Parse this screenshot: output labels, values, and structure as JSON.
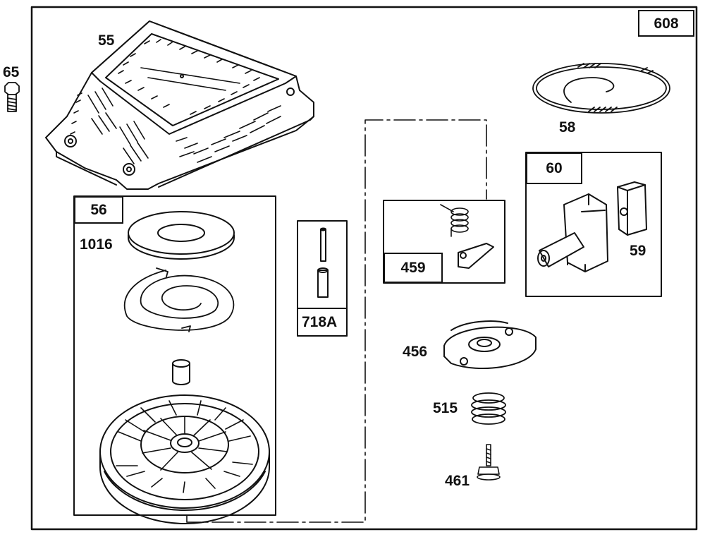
{
  "diagram": {
    "frame_label": "608",
    "parts": {
      "blower_housing": "55",
      "bolt": "65",
      "starter_assembly": "56",
      "starter_washer": "1016",
      "pin_kit": "718A",
      "pawl_kit": "459",
      "starter_cup": "456",
      "spring": "515",
      "screw": "461",
      "rope": "58",
      "handle_kit": "60",
      "clip": "59"
    },
    "colors": {
      "line": "#111111",
      "background": "#ffffff"
    }
  }
}
